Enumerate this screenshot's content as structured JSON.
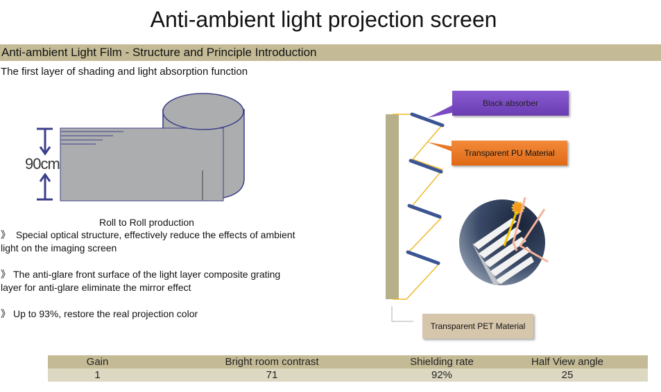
{
  "page": {
    "title": "Anti-ambient light projection screen",
    "section_heading": "Anti-ambient Light Film - Structure and Principle Introduction",
    "subtitle": "The first layer of shading and light absorption function"
  },
  "roll_figure": {
    "dimension_label": "90cm",
    "caption": "Roll to Roll production"
  },
  "bullets": [
    {
      "icon": "double-chevron-right-icon",
      "text": " Special optical structure, effectively reduce the effects of ambient light on the imaging screen"
    },
    {
      "icon": "double-chevron-right-icon",
      "text": "The anti-glare front surface of the light layer composite grating layer for anti-glare eliminate the mirror effect"
    },
    {
      "icon": "double-chevron-right-icon",
      "text": "Up to 93%, restore the real projection color"
    }
  ],
  "bullet_glyph": "》",
  "diagram": {
    "labels": {
      "black_absorber": "Black absorber",
      "pu_material": "Transparent PU Material",
      "pet_material": "Transparent PET Material"
    },
    "colors": {
      "absorber_box": "#7a4bc2",
      "pu_box": "#e87824",
      "pet_box": "#d6c6ac",
      "substrate": "#b5b08a",
      "absorber_bar": "#3b5594",
      "pu_line": "#f0b82a"
    }
  },
  "specs_table": {
    "headers": [
      "Gain",
      "Bright room contrast",
      "Shielding rate",
      "Half View angle"
    ],
    "values": [
      "1",
      "71",
      "92%",
      "25"
    ]
  },
  "theme": {
    "band_color": "#c4bb96",
    "row_color": "#ddd8c2"
  }
}
